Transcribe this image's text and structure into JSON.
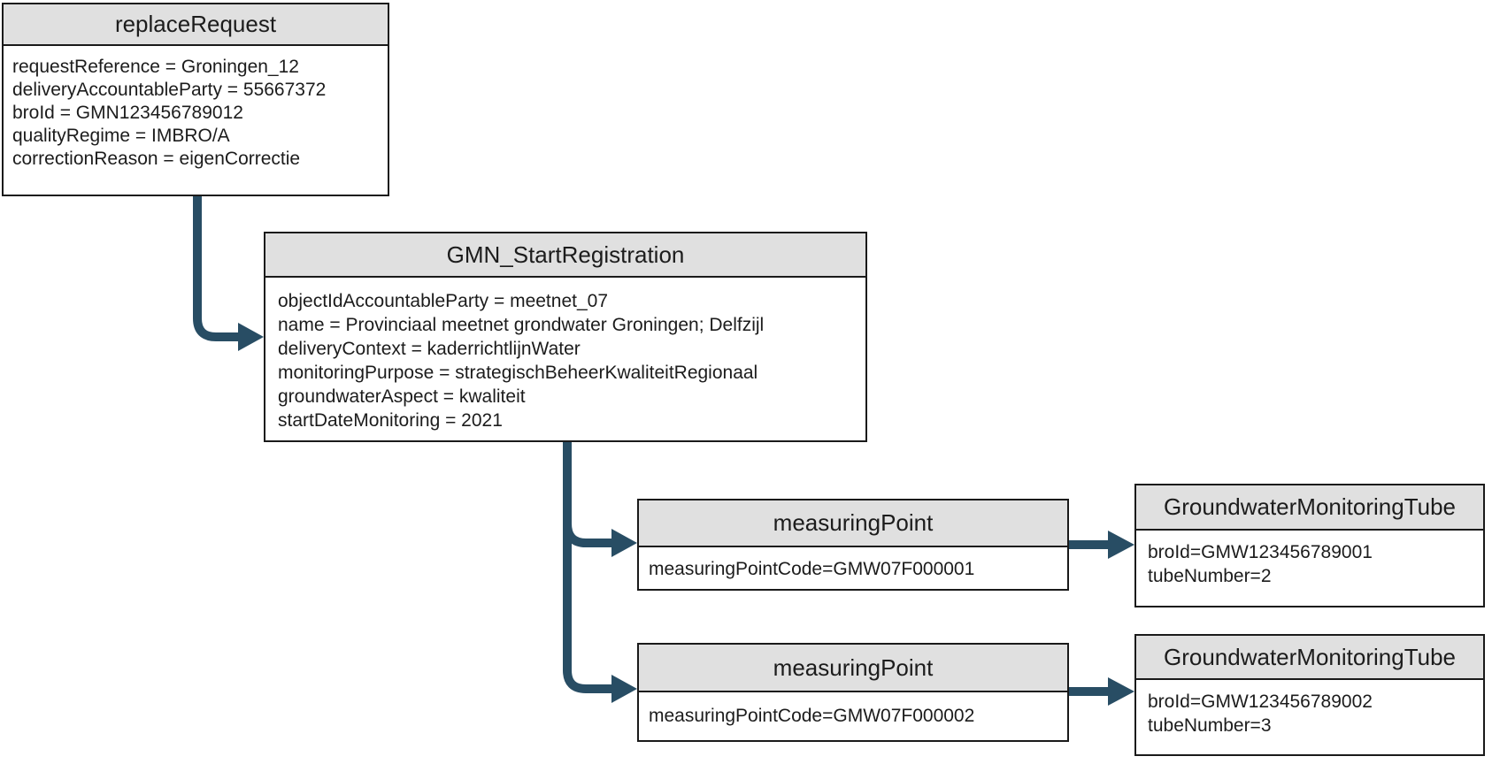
{
  "diagram": {
    "colors": {
      "arrow_color": "#284d64",
      "header_fill": "#e0e0e0",
      "border_color": "#1a1a1a",
      "background": "#ffffff",
      "text_color": "#1c1c1c"
    },
    "nodes": [
      {
        "title": "replaceRequest",
        "lines": [
          "requestReference = Groningen_12",
          "deliveryAccountableParty = 55667372",
          "broId = GMN123456789012",
          "qualityRegime = IMBRO/A",
          "correctionReason = eigenCorrectie"
        ]
      },
      {
        "title": "GMN_StartRegistration",
        "lines": [
          "objectIdAccountableParty = meetnet_07",
          "name = Provinciaal meetnet grondwater Groningen; Delfzijl",
          "deliveryContext = kaderrichtlijnWater",
          "monitoringPurpose = strategischBeheerKwaliteitRegionaal",
          "groundwaterAspect = kwaliteit",
          "startDateMonitoring = 2021"
        ]
      },
      {
        "title": "measuringPoint",
        "lines": [
          "measuringPointCode=GMW07F000001"
        ]
      },
      {
        "title": "measuringPoint",
        "lines": [
          "measuringPointCode=GMW07F000002"
        ]
      },
      {
        "title": "GroundwaterMonitoringTube",
        "lines": [
          "broId=GMW123456789001",
          "tubeNumber=2"
        ]
      },
      {
        "title": "GroundwaterMonitoringTube",
        "lines": [
          "broId=GMW123456789002",
          "tubeNumber=3"
        ]
      }
    ]
  }
}
